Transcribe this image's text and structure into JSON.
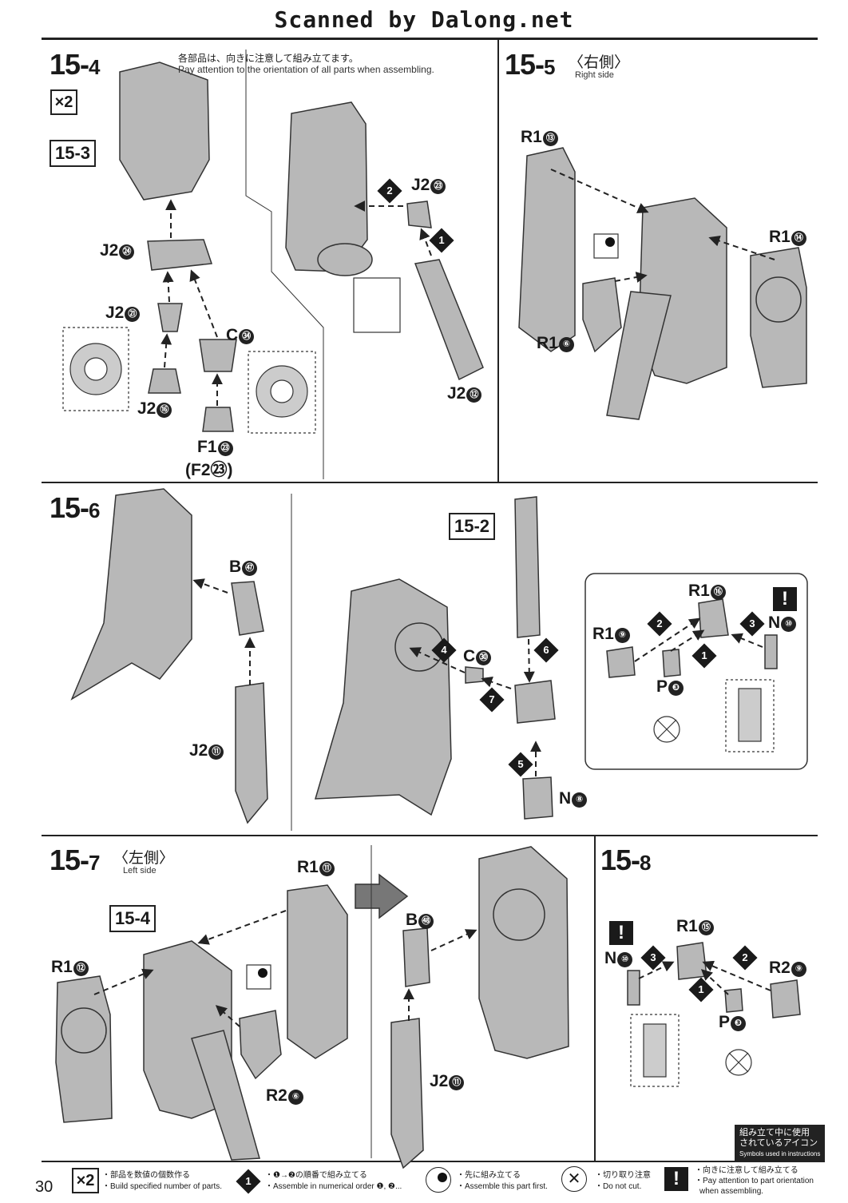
{
  "banner": "Scanned by Dalong.net",
  "page_number": "30",
  "sections": {
    "s4": {
      "num": "15-",
      "sub": "4",
      "note_jp": "各部品は、向きに注意して組み立てます。",
      "note_en": "Pay attention to the orientation of all parts when assembling.",
      "count": "×2",
      "ref": "15-3",
      "parts": {
        "j2_24": "J2",
        "j2_24c": "㉔",
        "j2_21": "J2",
        "j2_21c": "㉑",
        "c34": "C",
        "c34c": "㉞",
        "j2_16": "J2",
        "j2_16c": "⑯",
        "f1_23": "F1",
        "f1_23c": "㉓",
        "f2_23": "(F2㉓)",
        "j2_23": "J2",
        "j2_23c": "㉓",
        "j2_12": "J2",
        "j2_12c": "⑫"
      }
    },
    "s5": {
      "num": "15-",
      "sub": "5",
      "side_jp": "〈右側〉",
      "side_en": "Right side",
      "parts": {
        "r1_13": "R1",
        "r1_13c": "⑬",
        "r1_14": "R1",
        "r1_14c": "⑭",
        "r1_6": "R1",
        "r1_6c": "⑥"
      }
    },
    "s6": {
      "num": "15-",
      "sub": "6",
      "ref": "15-2",
      "parts": {
        "b47": "B",
        "b47c": "㊼",
        "j2_11": "J2",
        "j2_11c": "⑪",
        "c30": "C",
        "c30c": "㉚",
        "n8": "N",
        "n8c": "⑧",
        "r1_16": "R1",
        "r1_16c": "⑯",
        "r1_9": "R1",
        "r1_9c": "⑨",
        "n10": "N",
        "n10c": "⑩",
        "p3": "P",
        "p3c": "❸"
      }
    },
    "s7": {
      "num": "15-",
      "sub": "7",
      "side_jp": "〈左側〉",
      "side_en": "Left side",
      "ref": "15-4",
      "parts": {
        "r1_11": "R1",
        "r1_11c": "⑪",
        "r1_12": "R1",
        "r1_12c": "⑫",
        "r2_6": "R2",
        "r2_6c": "⑥",
        "b48": "B",
        "b48c": "㊽",
        "j2_11": "J2",
        "j2_11c": "⑪"
      }
    },
    "s8": {
      "num": "15-",
      "sub": "8",
      "parts": {
        "r1_15": "R1",
        "r1_15c": "⑮",
        "n10": "N",
        "n10c": "⑩",
        "r2_9": "R2",
        "r2_9c": "⑨",
        "p3": "P",
        "p3c": "❸"
      }
    }
  },
  "steps": {
    "one": "1",
    "two": "2",
    "three": "3",
    "four": "4",
    "five": "5",
    "six": "6",
    "seven": "7"
  },
  "warn_mark": "!",
  "legend": {
    "title_jp1": "組み立て中に使用",
    "title_jp2": "されているアイコン",
    "title_en": "Symbols used in instructions",
    "items": [
      {
        "icon": "×2",
        "jp": "・部品を数値の個数作る",
        "en": "・Build specified number of parts."
      },
      {
        "icon": "1",
        "jp": "・❶→❷の順番で組み立てる",
        "en": "・Assemble in numerical order ❶, ❷..."
      },
      {
        "icon": "",
        "jp": "・先に組み立てる",
        "en": "・Assemble this part first."
      },
      {
        "icon": "",
        "jp": "・切り取り注意",
        "en": "・Do not cut."
      },
      {
        "icon": "!",
        "jp": "・向きに注意して組み立てる",
        "en": "・Pay attention to part orientation",
        "en2": "when assembling."
      }
    ]
  }
}
